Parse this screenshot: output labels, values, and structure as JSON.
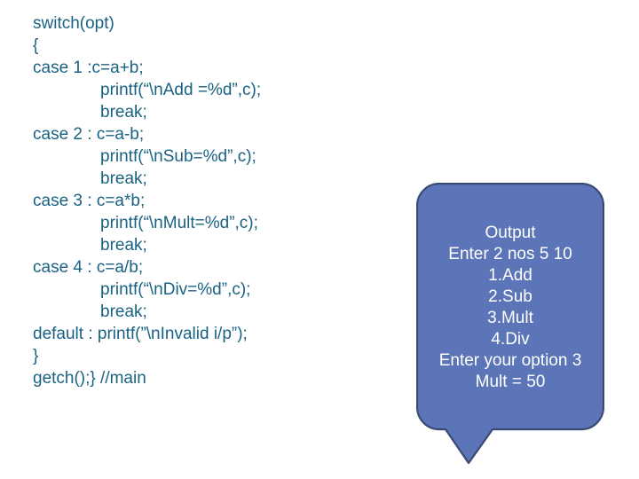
{
  "slide": {
    "background_color": "#ffffff",
    "code_text_color": "#1a6283",
    "callout_fill_color": "#5b75b8",
    "callout_border_color": "#3a4a73",
    "callout_text_color": "#ffffff"
  },
  "code": {
    "lines": [
      {
        "text": "switch(opt)",
        "indent": false
      },
      {
        "text": "{",
        "indent": false
      },
      {
        "text": "case 1 :c=a+b;",
        "indent": false
      },
      {
        "text": "printf(“\\nAdd =%d”,c);",
        "indent": true
      },
      {
        "text": "break;",
        "indent": true
      },
      {
        "text": "case 2 : c=a-b;",
        "indent": false
      },
      {
        "text": "printf(“\\nSub=%d”,c);",
        "indent": true
      },
      {
        "text": "break;",
        "indent": true
      },
      {
        "text": "case 3 : c=a*b;",
        "indent": false
      },
      {
        "text": "printf(“\\nMult=%d”,c);",
        "indent": true
      },
      {
        "text": "break;",
        "indent": true
      },
      {
        "text": "case 4 : c=a/b;",
        "indent": false
      },
      {
        "text": "printf(“\\nDiv=%d”,c);",
        "indent": true
      },
      {
        "text": "break;",
        "indent": true
      },
      {
        "text": "default : printf(”\\nInvalid i/p”);",
        "indent": false
      },
      {
        "text": "}",
        "indent": false
      },
      {
        "text": "getch();} //main",
        "indent": false
      }
    ]
  },
  "callout": {
    "lines": [
      "Output",
      "Enter 2 nos 5 10",
      "1.Add",
      "2.Sub",
      "3.Mult",
      "4.Div",
      "Enter your option 3",
      "Mult = 50"
    ]
  }
}
